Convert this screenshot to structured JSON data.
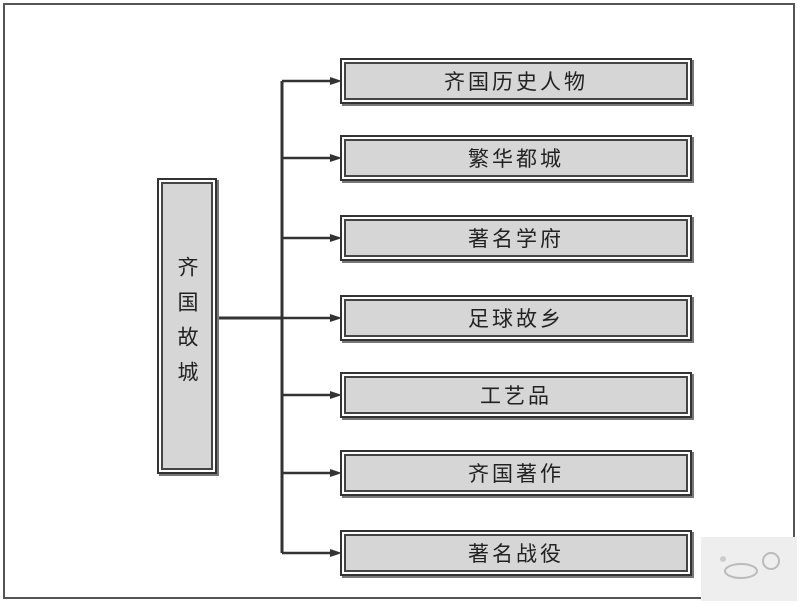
{
  "root": {
    "label": "齐国故城"
  },
  "children": [
    {
      "label": "齐国历史人物"
    },
    {
      "label": "繁华都城"
    },
    {
      "label": "著名学府"
    },
    {
      "label": "足球故乡"
    },
    {
      "label": "工艺品"
    },
    {
      "label": "齐国著作"
    },
    {
      "label": "著名战役"
    }
  ],
  "colors": {
    "box_fill": "#d6d6d6",
    "line": "#333333",
    "border": "#333333"
  }
}
